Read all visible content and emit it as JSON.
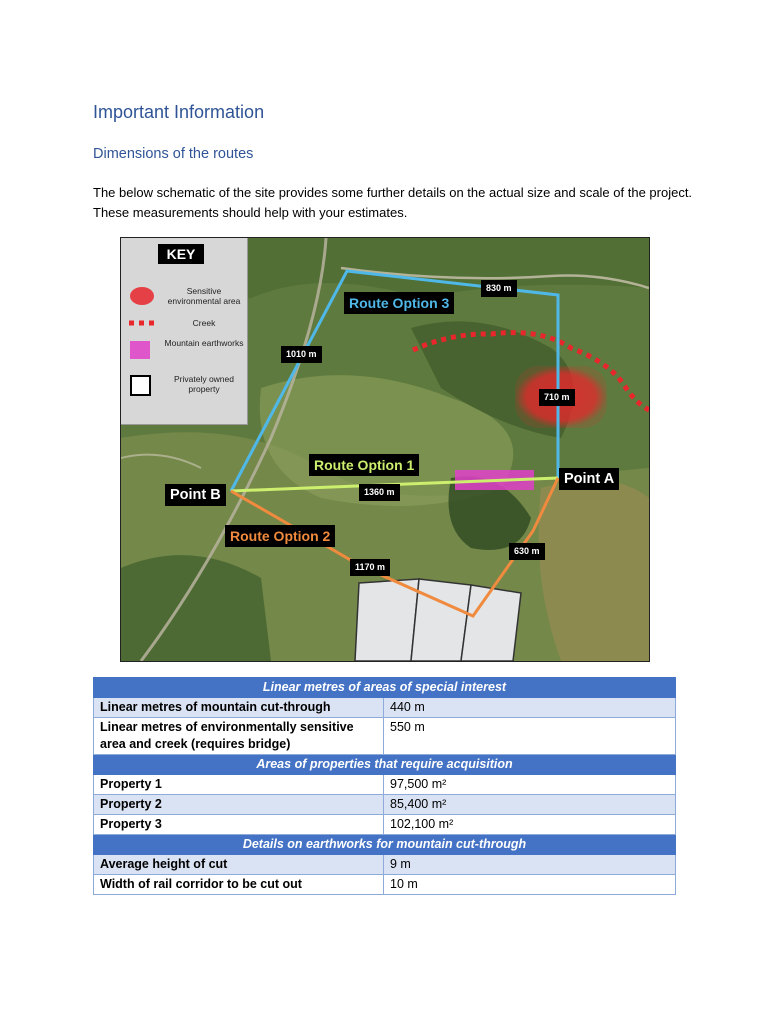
{
  "heading": "Important Information",
  "subheading": "Dimensions of the routes",
  "intro": "The below schematic of the site provides some further details on the actual size and scale of the project. These measurements should help with your estimates.",
  "map": {
    "key": {
      "title": "KEY",
      "items": [
        {
          "icon": "red-circle",
          "label": "Sensitive environmental area"
        },
        {
          "icon": "red-dotted-line",
          "label": "Creek"
        },
        {
          "icon": "pink-square",
          "label": "Mountain earthworks"
        },
        {
          "icon": "outlined-square",
          "label": "Privately owned property"
        }
      ]
    },
    "points": {
      "a": "Point A",
      "b": "Point B"
    },
    "routes": [
      {
        "label": "Route Option 1",
        "color": "#ccef6e"
      },
      {
        "label": "Route Option 2",
        "color": "#f08a3e"
      },
      {
        "label": "Route Option 3",
        "color": "#4fb8e8"
      }
    ],
    "distances": {
      "r3_left": "1010 m",
      "r3_top": "830 m",
      "r3_right": "710 m",
      "r1": "1360 m",
      "r2_left": "1170 m",
      "r2_right": "630 m"
    },
    "colors": {
      "sensitive": "#e8262b",
      "creek": "#e8262b",
      "earthworks": "#e040c9",
      "property": "#e3e5e6"
    }
  },
  "table": {
    "sections": [
      {
        "title": "Linear metres of areas of special interest",
        "rows": [
          {
            "label": "Linear metres of mountain cut-through",
            "value": "440 m"
          },
          {
            "label": "Linear metres of environmentally sensitive area and creek (requires bridge)",
            "value": "550 m"
          }
        ]
      },
      {
        "title": "Areas of properties that require acquisition",
        "rows": [
          {
            "label": "Property 1",
            "value": "97,500 m²"
          },
          {
            "label": "Property 2",
            "value": "85,400 m²"
          },
          {
            "label": "Property 3",
            "value": "102,100 m²"
          }
        ]
      },
      {
        "title": "Details on earthworks for mountain cut-through",
        "rows": [
          {
            "label": "Average height of cut",
            "value": "9 m"
          },
          {
            "label": "Width of rail corridor to be cut out",
            "value": "10 m"
          }
        ]
      }
    ]
  }
}
